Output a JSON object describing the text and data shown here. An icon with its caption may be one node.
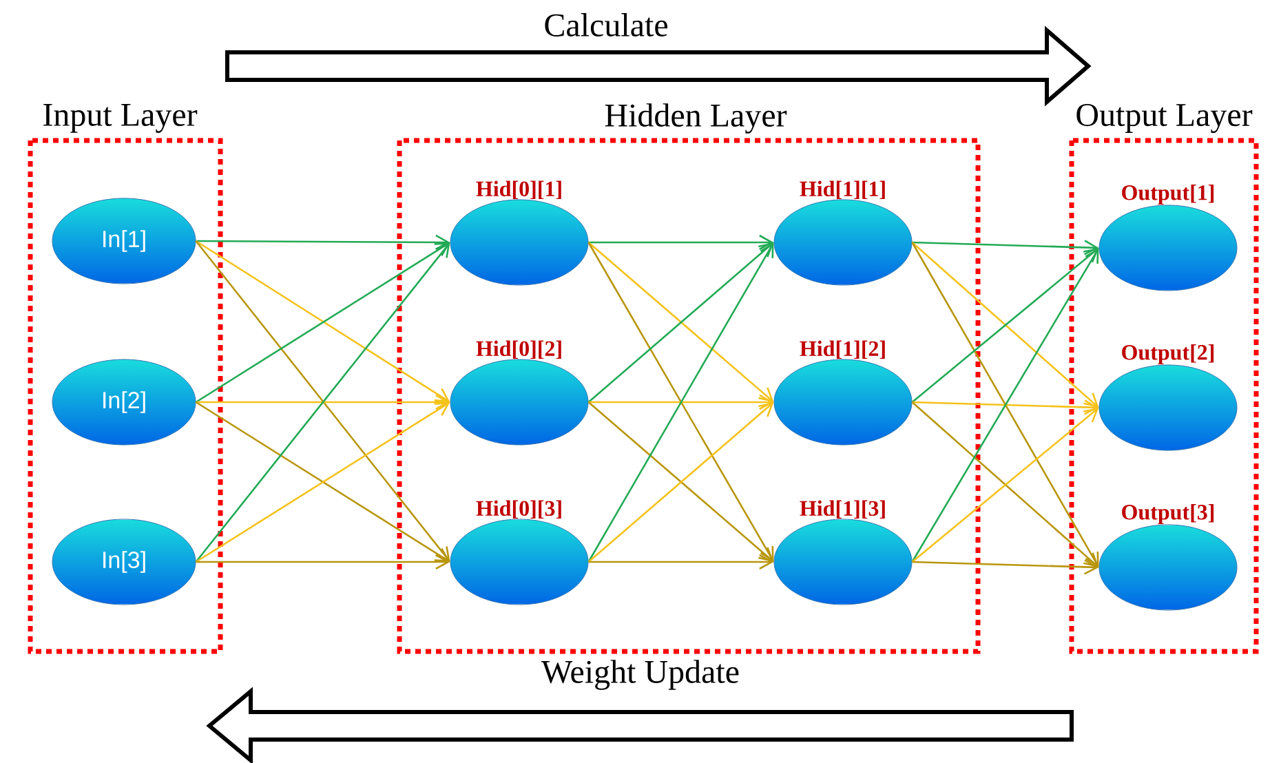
{
  "diagram": {
    "nodes": [
      {
        "text": [
          "Input Layer"
        ]
      },
      {
        "text": [
          "In[1]"
        ],
        "in": 0
      },
      {
        "text": [
          "In[2]"
        ],
        "in": 0
      },
      {
        "text": [
          "In[3]"
        ],
        "in": 0
      },
      {
        "text": [
          "Hidden Layer"
        ]
      },
      {
        "text": [
          "Hid[0][1]"
        ],
        "in": 4
      },
      {
        "text": [
          "Hid[0][2]"
        ],
        "in": 4
      },
      {
        "text": [
          "Hid[0][3]"
        ],
        "in": 4
      },
      {
        "text": [
          "Hid[1][1]"
        ],
        "in": 4
      },
      {
        "text": [
          "Hid[1][2]"
        ],
        "in": 4
      },
      {
        "text": [
          "Hid[1][3]"
        ],
        "in": 4
      },
      {
        "text": [
          "Output Layer"
        ]
      },
      {
        "text": [
          "Output[1]"
        ],
        "in": 11
      },
      {
        "text": [
          "Output[2]"
        ],
        "in": 11
      },
      {
        "text": [
          "Output[3]"
        ],
        "in": 11
      }
    ],
    "edges": [
      {
        "from": 1,
        "to": 5,
        "arrow": "to",
        "color": "#22aa55"
      },
      {
        "from": 1,
        "to": 6,
        "arrow": "to",
        "color": "#f5c21b"
      },
      {
        "from": 1,
        "to": 7,
        "arrow": "to",
        "color": "#b8960c"
      },
      {
        "from": 2,
        "to": 5,
        "arrow": "to",
        "color": "#22aa55"
      },
      {
        "from": 2,
        "to": 6,
        "arrow": "to",
        "color": "#f5c21b"
      },
      {
        "from": 2,
        "to": 7,
        "arrow": "to",
        "color": "#b8960c"
      },
      {
        "from": 3,
        "to": 5,
        "arrow": "to",
        "color": "#22aa55"
      },
      {
        "from": 3,
        "to": 6,
        "arrow": "to",
        "color": "#f5c21b"
      },
      {
        "from": 3,
        "to": 7,
        "arrow": "to",
        "color": "#b8960c"
      },
      {
        "from": 5,
        "to": 8,
        "arrow": "to",
        "color": "#22aa55"
      },
      {
        "from": 5,
        "to": 9,
        "arrow": "to",
        "color": "#f5c21b"
      },
      {
        "from": 5,
        "to": 10,
        "arrow": "to",
        "color": "#b8960c"
      },
      {
        "from": 6,
        "to": 8,
        "arrow": "to",
        "color": "#22aa55"
      },
      {
        "from": 6,
        "to": 9,
        "arrow": "to",
        "color": "#f5c21b"
      },
      {
        "from": 6,
        "to": 10,
        "arrow": "to",
        "color": "#b8960c"
      },
      {
        "from": 7,
        "to": 8,
        "arrow": "to",
        "color": "#22aa55"
      },
      {
        "from": 7,
        "to": 9,
        "arrow": "to",
        "color": "#f5c21b"
      },
      {
        "from": 7,
        "to": 10,
        "arrow": "to",
        "color": "#b8960c"
      },
      {
        "from": 8,
        "to": 12,
        "arrow": "to",
        "color": "#22aa55"
      },
      {
        "from": 8,
        "to": 13,
        "arrow": "to",
        "color": "#f5c21b"
      },
      {
        "from": 8,
        "to": 14,
        "arrow": "to",
        "color": "#b8960c"
      },
      {
        "from": 9,
        "to": 12,
        "arrow": "to",
        "color": "#22aa55"
      },
      {
        "from": 9,
        "to": 13,
        "arrow": "to",
        "color": "#f5c21b"
      },
      {
        "from": 9,
        "to": 14,
        "arrow": "to",
        "color": "#b8960c"
      },
      {
        "from": 10,
        "to": 12,
        "arrow": "to",
        "color": "#22aa55"
      },
      {
        "from": 10,
        "to": 13,
        "arrow": "to",
        "color": "#f5c21b"
      },
      {
        "from": 10,
        "to": 14,
        "arrow": "to",
        "color": "#b8960c"
      }
    ],
    "labels": [
      "Calculate",
      "Weight Update"
    ]
  }
}
